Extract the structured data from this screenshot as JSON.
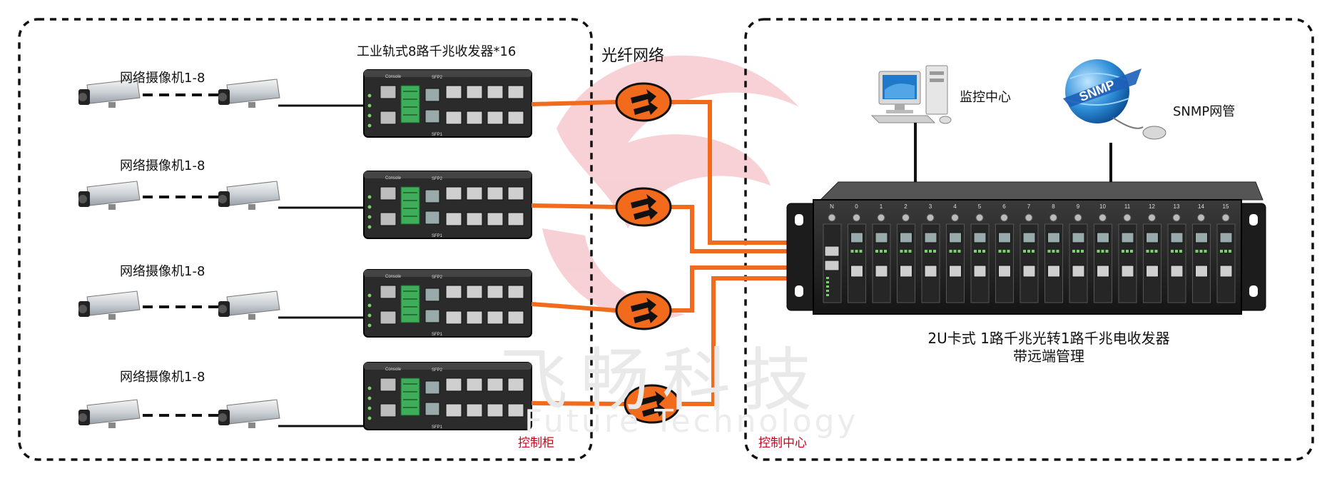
{
  "labels": {
    "camera_group": "网络摄像机1-8",
    "transceiver_title": "工业轨式8路千兆收发器*16",
    "fiber_network": "光纤网络",
    "cabinet": "控制柜",
    "control_center": "控制中心",
    "monitor_center": "监控中心",
    "snmp_manager": "SNMP网管",
    "snmp_globe_text": "SNMP",
    "chassis_line1": "2U卡式 1路千兆光转1路千兆电收发器",
    "chassis_line2": "带远端管理"
  },
  "watermark": {
    "cn": "飞畅科技",
    "en": "Future Technology"
  },
  "switch_text": {
    "console": "Console",
    "sfp1": "SFP1",
    "sfp2": "SFP2"
  },
  "chassis_slots": [
    "N",
    "0",
    "1",
    "2",
    "3",
    "4",
    "5",
    "6",
    "7",
    "8",
    "9",
    "10",
    "11",
    "12",
    "13",
    "14",
    "15"
  ],
  "colors": {
    "fiber": "#f26a1b",
    "dash_border": "#111111",
    "accent_red": "#d0021b",
    "switch_body": "#2b2b2b",
    "terminal_green": "#3fae5a"
  }
}
